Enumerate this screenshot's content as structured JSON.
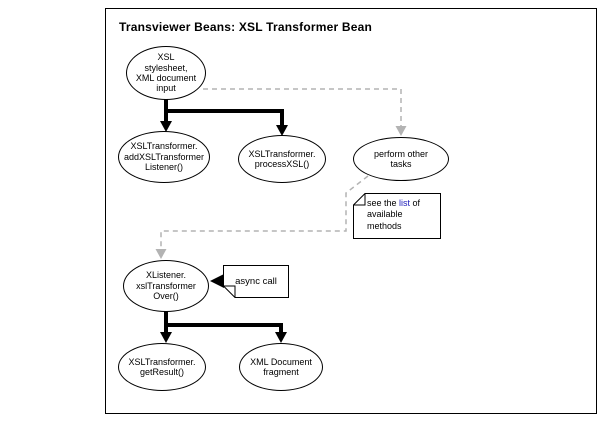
{
  "title": "Transviewer Beans: XSL Transformer Bean",
  "colors": {
    "link": "#2222bb",
    "dashed_connector": "#b3b3b3",
    "solid_arrow": "#000000"
  },
  "nodes": {
    "input": "XSL\nstylesheet,\nXML document\ninput",
    "add_listener": "XSLTransformer.\naddXSLTransformer\nListener()",
    "process_xsl": "XSLTransformer.\nprocessXSL()",
    "perform_other": "perform other\ntasks",
    "xlistener": "XListener.\nxslTransformer\nOver()",
    "get_result": "XSLTransformer.\ngetResult()",
    "xml_fragment": "XML Document\nfragment"
  },
  "notes": {
    "methods": {
      "prefix": "see the ",
      "link": "list",
      "suffix": " of\navailable\nmethods"
    },
    "async": "async call"
  }
}
